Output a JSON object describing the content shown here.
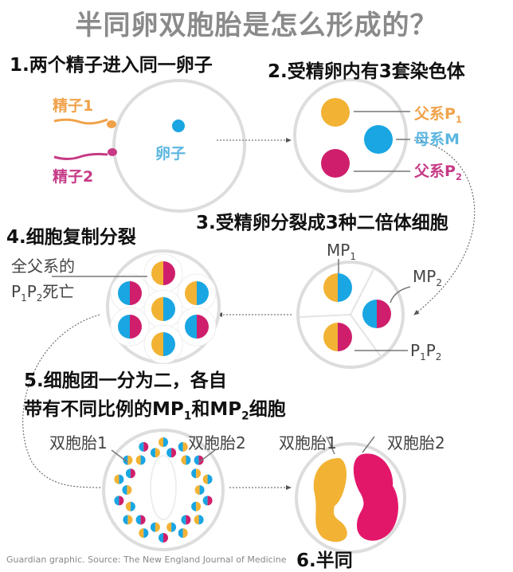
{
  "title": "半同卵双胞胎是怎么形成的？",
  "colors": {
    "yellow": "#f2b233",
    "blue": "#19a6e2",
    "magenta": "#cf1f6c",
    "sperm1": "#f0a24a",
    "sperm2": "#c63a86",
    "egg_label": "#5cb6e0"
  },
  "step1": {
    "label": "1.两个精子进入同一卵子",
    "sperm1": "精子1",
    "sperm2": "精子2",
    "egg": "卵子"
  },
  "step2": {
    "label": "2.受精卵内有3套染色体",
    "p1": "父系P",
    "p1_sub": "1",
    "m": "母系M",
    "p2": "父系P",
    "p2_sub": "2"
  },
  "step3": {
    "label": "3.受精卵分裂成3种二倍体细胞",
    "mp1": "MP",
    "mp1_sub": "1",
    "mp2": "MP",
    "mp2_sub": "2",
    "p1p2_a": "P",
    "p1p2_sub1": "1",
    "p1p2_b": "P",
    "p1p2_sub2": "2"
  },
  "step4": {
    "label": "4.细胞复制分裂",
    "note_line1": "全父系的",
    "note_p": "P",
    "note_sub1": "1",
    "note_p2": "P",
    "note_sub2": "2",
    "note_end": "死亡"
  },
  "step5": {
    "line1": "5.细胞团一分为二，各自",
    "line2_a": "带有不同比例的MP",
    "line2_sub1": "1",
    "line2_b": "和MP",
    "line2_sub2": "2",
    "line2_c": "细胞",
    "twin1": "双胞胎1",
    "twin2": "双胞胎2"
  },
  "step6": {
    "label": "6.半同",
    "twin1": "双胞胎1",
    "twin2": "双胞胎2"
  },
  "footer": "Guardian graphic. Source: The New England Journal of Medicine"
}
